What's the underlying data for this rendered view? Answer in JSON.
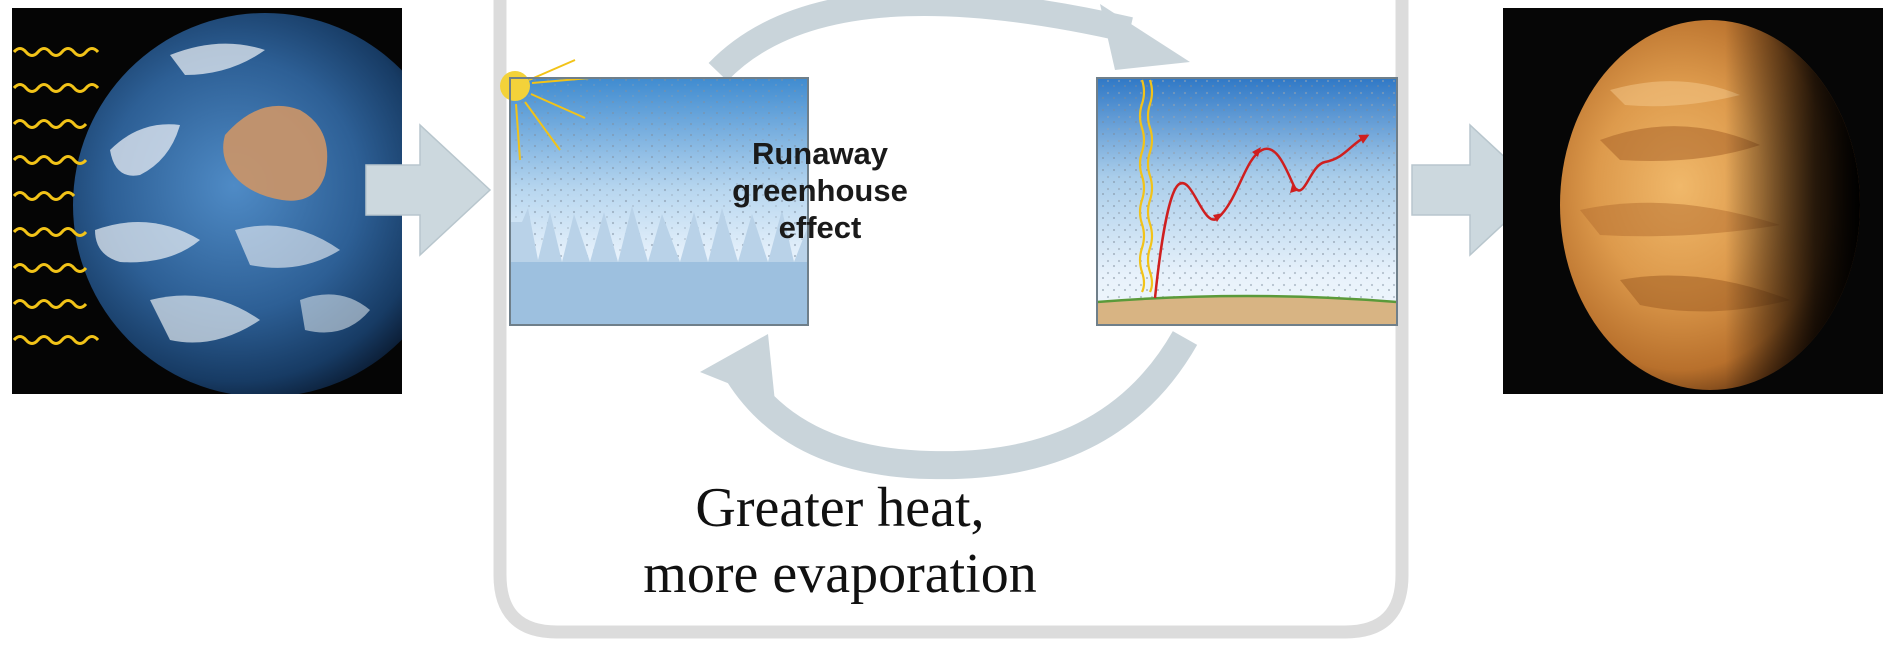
{
  "cycle_label": {
    "line1": "Runaway",
    "line2": "greenhouse",
    "line3": "effect"
  },
  "bottom_caption": {
    "line1": "Greater heat,",
    "line2": "more evaporation"
  },
  "colors": {
    "cycle_arrow": "#c9d4da",
    "flow_arrow": "#ccd8de",
    "sunlight": "#f2c318",
    "infrared_ray": "#cf1f1f",
    "ocean": "#9dc0df",
    "ground": "#d8b483",
    "venus": "#d98f3f"
  },
  "icons": [
    "earth-photo",
    "sun-icon",
    "venus-photo"
  ]
}
